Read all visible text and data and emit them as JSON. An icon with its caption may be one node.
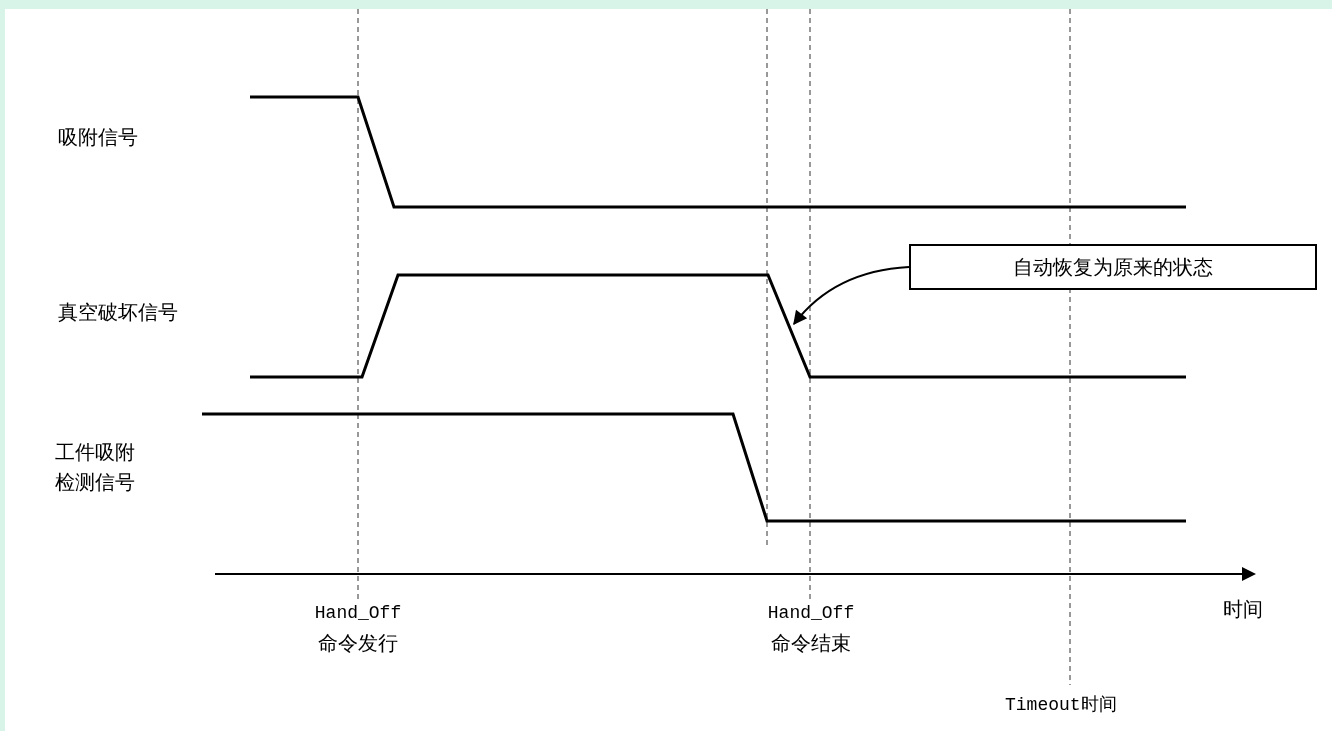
{
  "diagram": {
    "nodes": [
      {
        "text": [
          "自动恢复为原来的状态"
        ]
      },
      {
        "text": [],
        "shape": "line"
      }
    ],
    "edges": [
      {
        "from": 0,
        "to": 1,
        "arrow": "to"
      }
    ],
    "labels": [
      "吸附信号",
      "真空破坏信号",
      "工件吸附检测信号",
      "Hand_Off",
      "命令发行",
      "Hand_Off",
      "命令结束",
      "时间",
      "Timeout时间"
    ]
  }
}
